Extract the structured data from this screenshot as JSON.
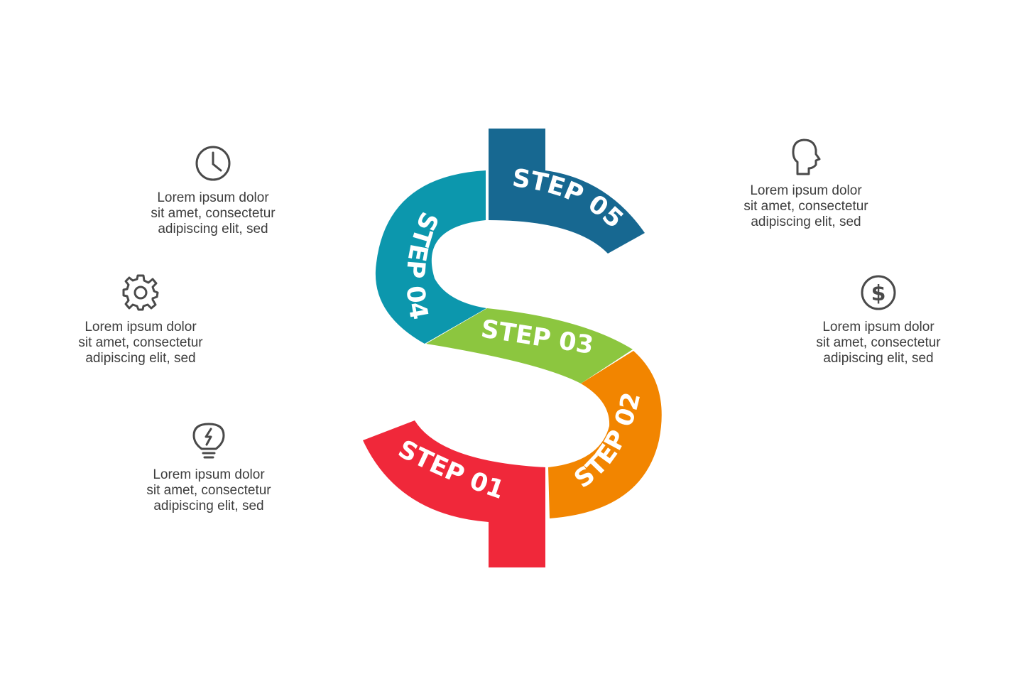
{
  "colors": {
    "step_01": "#f0283a",
    "step_02": "#f28500",
    "step_03": "#8cc63f",
    "step_04": "#0c97ad",
    "step_05": "#176891",
    "text": "#3d3d3d",
    "icon": "#4a4a4a"
  },
  "steps": [
    {
      "label": "STEP 01",
      "color": "#f0283a"
    },
    {
      "label": "STEP 02",
      "color": "#f28500"
    },
    {
      "label": "STEP 03",
      "color": "#8cc63f"
    },
    {
      "label": "STEP 04",
      "color": "#0c97ad"
    },
    {
      "label": "STEP 05",
      "color": "#176891"
    }
  ],
  "blocks": [
    {
      "icon": "clock-icon",
      "line1": "Lorem ipsum dolor",
      "line2": "sit amet, consectetur",
      "line3": "adipiscing elit, sed"
    },
    {
      "icon": "gear-icon",
      "line1": "Lorem ipsum dolor",
      "line2": "sit amet, consectetur",
      "line3": "adipiscing elit, sed"
    },
    {
      "icon": "lightbulb-icon",
      "line1": "Lorem ipsum dolor",
      "line2": "sit amet, consectetur",
      "line3": "adipiscing elit, sed"
    },
    {
      "icon": "head-profile-icon",
      "line1": "Lorem ipsum dolor",
      "line2": "sit amet, consectetur",
      "line3": "adipiscing elit, sed"
    },
    {
      "icon": "dollar-coin-icon",
      "line1": "Lorem ipsum dolor",
      "line2": "sit amet, consectetur",
      "line3": "adipiscing elit, sed"
    }
  ]
}
